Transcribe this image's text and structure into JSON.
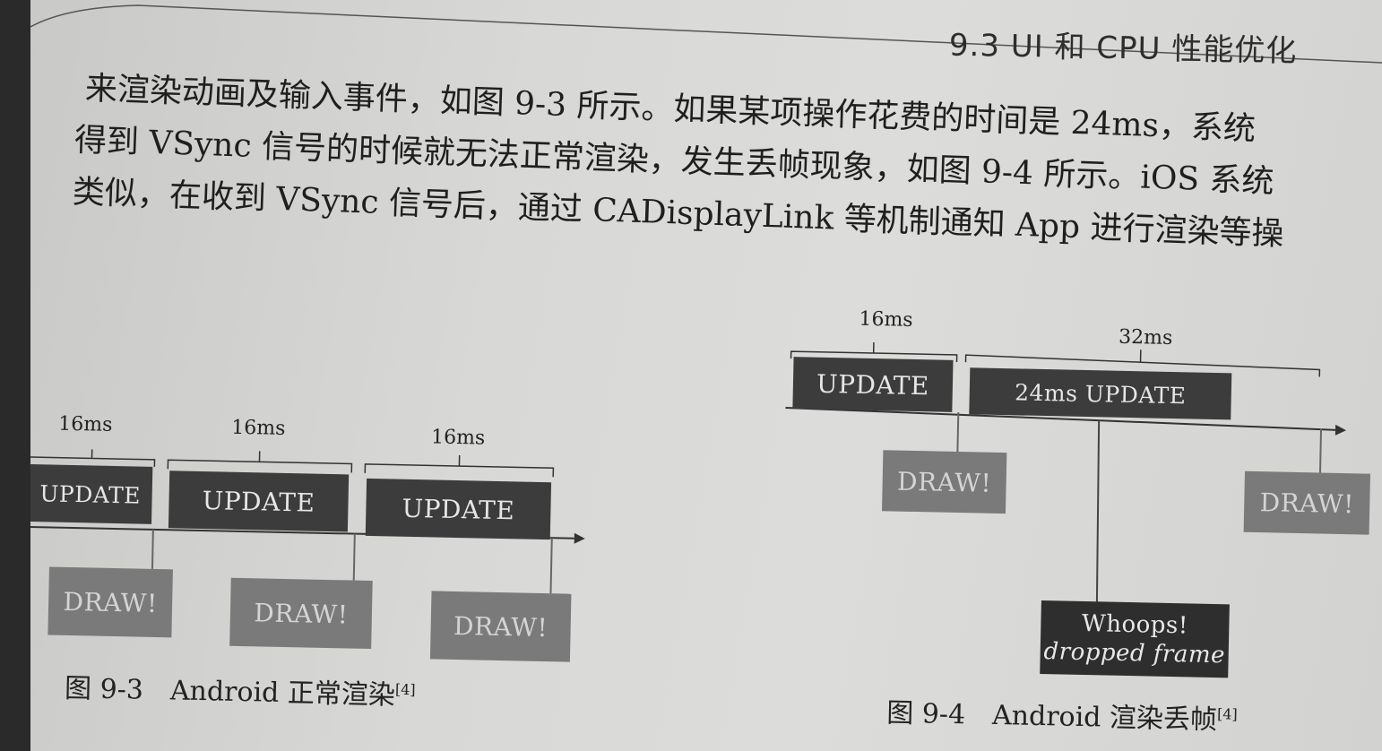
{
  "header": {
    "running_head": "9.3  UI 和 CPU 性能优化"
  },
  "body": {
    "lines": [
      "来渲染动画及输入事件，如图 9-3 所示。如果某项操作花费的时间是 24ms，系统",
      "得到 VSync 信号的时候就无法正常渲染，发生丢帧现象，如图 9-4 所示。iOS 系统",
      "类似，在收到 VSync 信号后，通过 CADisplayLink 等机制通知 App 进行渲染等操"
    ]
  },
  "figure_a": {
    "intervals": [
      "16ms",
      "16ms",
      "16ms"
    ],
    "update_label": "UPDATE",
    "draw_label": "DRAW!",
    "caption": "图 9-3　Android 正常渲染",
    "ref": "[4]"
  },
  "figure_b": {
    "interval_1": "16ms",
    "interval_2": "32ms",
    "update_label": "UPDATE",
    "long_update_label": "24ms UPDATE",
    "draw_label": "DRAW!",
    "whoops_line1": "Whoops!",
    "whoops_line2": "dropped frame",
    "caption": "图 9-4　Android 渲染丢帧",
    "ref": "[4]"
  },
  "colors": {
    "update_fill": "#3c3c3c",
    "draw_fill": "#7a7a7a",
    "paper": "#d8d8d6"
  }
}
